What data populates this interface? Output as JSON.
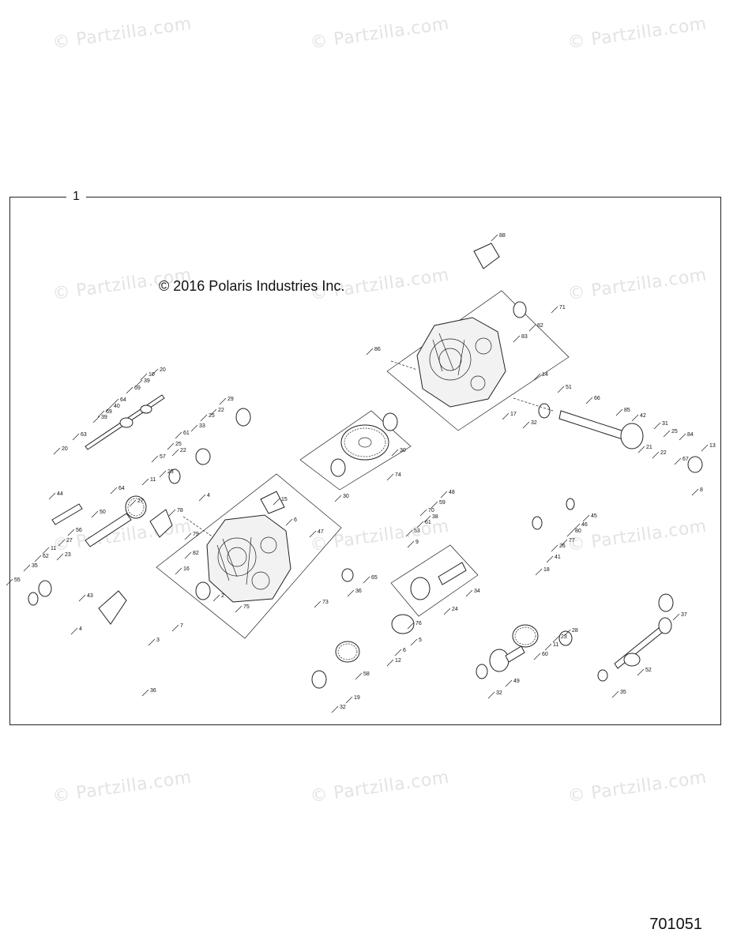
{
  "watermark": {
    "text": "© Partzilla.com"
  },
  "frame": {
    "callout_number": "1"
  },
  "copyright": "© 2016 Polaris Industries Inc.",
  "drawing_number": "701051",
  "part_labels": [
    "88",
    "71",
    "82",
    "83",
    "86",
    "14",
    "17",
    "51",
    "32",
    "66",
    "85",
    "42",
    "31",
    "25",
    "84",
    "13",
    "21",
    "22",
    "67",
    "8",
    "20",
    "10",
    "39",
    "69",
    "64",
    "40",
    "39",
    "69",
    "63",
    "20",
    "29",
    "22",
    "25",
    "33",
    "61",
    "25",
    "22",
    "57",
    "23",
    "11",
    "27",
    "64",
    "30",
    "74",
    "30",
    "4",
    "78",
    "79",
    "15",
    "6",
    "47",
    "48",
    "59",
    "70",
    "38",
    "61",
    "53",
    "9",
    "44",
    "50",
    "56",
    "27",
    "11",
    "23",
    "62",
    "35",
    "55",
    "82",
    "16",
    "2",
    "75",
    "43",
    "7",
    "4",
    "3",
    "36",
    "65",
    "36",
    "73",
    "34",
    "24",
    "76",
    "5",
    "6",
    "12",
    "58",
    "19",
    "32",
    "45",
    "46",
    "80",
    "77",
    "26",
    "41",
    "18",
    "28",
    "23",
    "11",
    "60",
    "49",
    "32",
    "37",
    "52",
    "35"
  ]
}
